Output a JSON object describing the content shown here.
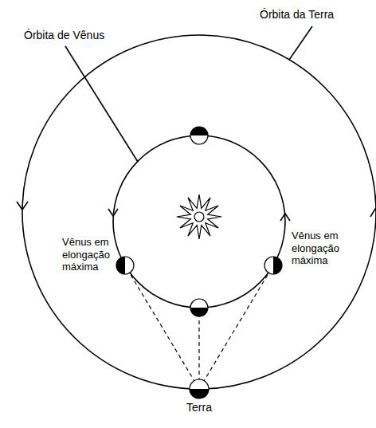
{
  "diagram": {
    "labels": [
      "Órbita de Vênus",
      "Órbita da Terra",
      "Vênus em elongação máxima",
      "Vênus em elongação máxima",
      "Terra"
    ]
  }
}
